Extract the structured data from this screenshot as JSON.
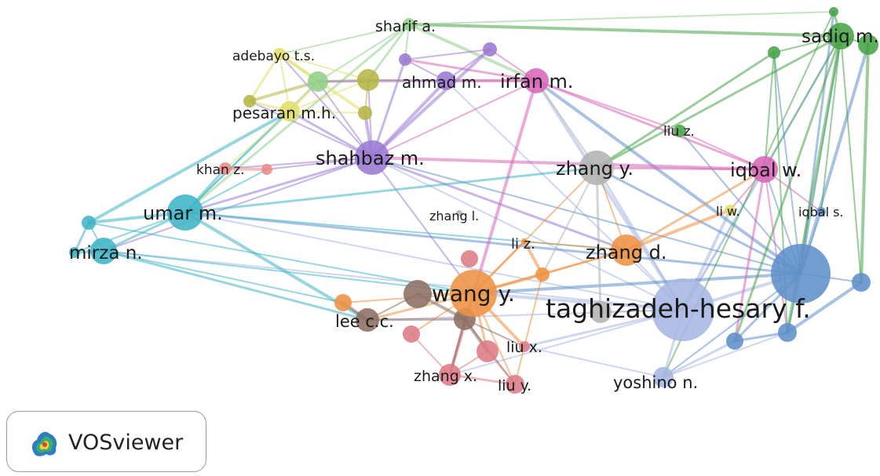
{
  "app_name": "VOSviewer",
  "cluster_colors": {
    "cyan": "#3fb4c7",
    "green": "#47a447",
    "lightgreen": "#8fd08a",
    "olive": "#b5b545",
    "yellow": "#e0df6a",
    "purple": "#9a7ad2",
    "magenta": "#d766b8",
    "gray": "#b3b3b3",
    "orange": "#ee9244",
    "brown": "#8c6e63",
    "red": "#dd7b86",
    "blue": "#5e8fca",
    "lavender": "#a7b6e3",
    "salmon": "#ec8b86"
  },
  "nodes": [
    {
      "id": "taghizadeh",
      "label": "taghizadeh-hesary f.",
      "cluster": "lavender"
    },
    {
      "id": "wang",
      "label": "wang y.",
      "cluster": "orange"
    },
    {
      "id": "umar",
      "label": "umar m.",
      "cluster": "cyan"
    },
    {
      "id": "shahbaz",
      "label": "shahbaz m.",
      "cluster": "purple"
    },
    {
      "id": "zhangy",
      "label": "zhang y.",
      "cluster": "gray"
    },
    {
      "id": "iqbalw",
      "label": "iqbal w.",
      "cluster": "magenta"
    },
    {
      "id": "irfan",
      "label": "irfan m.",
      "cluster": "magenta"
    },
    {
      "id": "sadiq",
      "label": "sadiq m.",
      "cluster": "green"
    },
    {
      "id": "zhangd",
      "label": "zhang d.",
      "cluster": "orange"
    },
    {
      "id": "mirza",
      "label": "mirza n.",
      "cluster": "cyan"
    },
    {
      "id": "ahmad",
      "label": "ahmad m.",
      "cluster": "purple"
    },
    {
      "id": "pesaran",
      "label": "pesaran m.h.",
      "cluster": "yellow"
    },
    {
      "id": "adebayo",
      "label": "adebayo t.s.",
      "cluster": "yellow"
    },
    {
      "id": "sharif",
      "label": "sharif a.",
      "cluster": "lightgreen"
    },
    {
      "id": "khan",
      "label": "khan z.",
      "cluster": "salmon"
    },
    {
      "id": "leecc",
      "label": "lee c.c.",
      "cluster": "brown"
    },
    {
      "id": "zhangx",
      "label": "zhang x.",
      "cluster": "red"
    },
    {
      "id": "liuy",
      "label": "liu y.",
      "cluster": "red"
    },
    {
      "id": "liux",
      "label": "liu x.",
      "cluster": "red"
    },
    {
      "id": "yoshino",
      "label": "yoshino n.",
      "cluster": "lavender"
    },
    {
      "id": "liz",
      "label": "li z.",
      "cluster": "orange"
    },
    {
      "id": "zhangl",
      "label": "zhang l.",
      "cluster": "gray"
    },
    {
      "id": "liuz",
      "label": "liu z.",
      "cluster": "green"
    },
    {
      "id": "liw",
      "label": "li w.",
      "cluster": "yellow"
    },
    {
      "id": "iqbals",
      "label": "iqbal s.",
      "cluster": "blue"
    },
    {
      "id": "blueHub",
      "label": "",
      "cluster": "blue"
    },
    {
      "id": "extra1",
      "label": "",
      "cluster": "cyan"
    },
    {
      "id": "extra2",
      "label": "",
      "cluster": "cyan"
    },
    {
      "id": "extra3",
      "label": "",
      "cluster": "purple"
    },
    {
      "id": "extra4",
      "label": "",
      "cluster": "purple"
    },
    {
      "id": "extra5",
      "label": "",
      "cluster": "olive"
    },
    {
      "id": "extra6",
      "label": "",
      "cluster": "olive"
    },
    {
      "id": "extra7",
      "label": "",
      "cluster": "olive"
    },
    {
      "id": "extra8",
      "label": "",
      "cluster": "lightgreen"
    },
    {
      "id": "extra9",
      "label": "",
      "cluster": "green"
    },
    {
      "id": "extra10",
      "label": "",
      "cluster": "green"
    },
    {
      "id": "extra11",
      "label": "",
      "cluster": "green"
    },
    {
      "id": "extra12",
      "label": "",
      "cluster": "brown"
    },
    {
      "id": "extra13",
      "label": "",
      "cluster": "brown"
    },
    {
      "id": "extra14",
      "label": "",
      "cluster": "red"
    },
    {
      "id": "extra15",
      "label": "",
      "cluster": "red"
    },
    {
      "id": "extra16",
      "label": "",
      "cluster": "orange"
    },
    {
      "id": "extra17",
      "label": "",
      "cluster": "orange"
    },
    {
      "id": "extra18",
      "label": "",
      "cluster": "blue"
    },
    {
      "id": "extra19",
      "label": "",
      "cluster": "blue"
    },
    {
      "id": "extra20",
      "label": "",
      "cluster": "blue"
    },
    {
      "id": "extra21",
      "label": "",
      "cluster": "salmon"
    },
    {
      "id": "extra22",
      "label": "",
      "cluster": "gray"
    }
  ],
  "edges": [
    [
      "taghizadeh",
      "wang"
    ],
    [
      "taghizadeh",
      "umar"
    ],
    [
      "taghizadeh",
      "shahbaz"
    ],
    [
      "taghizadeh",
      "zhangy"
    ],
    [
      "taghizadeh",
      "iqbalw"
    ],
    [
      "taghizadeh",
      "irfan"
    ],
    [
      "taghizadeh",
      "sadiq"
    ],
    [
      "taghizadeh",
      "zhangd"
    ],
    [
      "taghizadeh",
      "mirza"
    ],
    [
      "taghizadeh",
      "yoshino"
    ],
    [
      "taghizadeh",
      "blueHub"
    ],
    [
      "taghizadeh",
      "leecc"
    ],
    [
      "taghizadeh",
      "liux"
    ],
    [
      "taghizadeh",
      "zhangx"
    ],
    [
      "taghizadeh",
      "ahmad"
    ],
    [
      "taghizadeh",
      "liw"
    ],
    [
      "blueHub",
      "sadiq"
    ],
    [
      "blueHub",
      "iqbalw"
    ],
    [
      "blueHub",
      "zhangy"
    ],
    [
      "blueHub",
      "shahbaz"
    ],
    [
      "blueHub",
      "irfan"
    ],
    [
      "blueHub",
      "umar"
    ],
    [
      "blueHub",
      "yoshino"
    ],
    [
      "blueHub",
      "extra9"
    ],
    [
      "blueHub",
      "extra10"
    ],
    [
      "blueHub",
      "extra11"
    ],
    [
      "blueHub",
      "iqbals"
    ],
    [
      "blueHub",
      "extra18"
    ],
    [
      "blueHub",
      "extra19"
    ],
    [
      "blueHub",
      "extra20"
    ],
    [
      "blueHub",
      "wang"
    ],
    [
      "blueHub",
      "liuz"
    ],
    [
      "sadiq",
      "extra9"
    ],
    [
      "sadiq",
      "extra10"
    ],
    [
      "sadiq",
      "extra11"
    ],
    [
      "sadiq",
      "sharif"
    ],
    [
      "sadiq",
      "zhangy"
    ],
    [
      "sadiq",
      "iqbalw"
    ],
    [
      "sadiq",
      "iqbals"
    ],
    [
      "sadiq",
      "extra18"
    ],
    [
      "sadiq",
      "extra19"
    ],
    [
      "sadiq",
      "extra20"
    ],
    [
      "extra9",
      "zhangy"
    ],
    [
      "extra9",
      "iqbalw"
    ],
    [
      "extra9",
      "extra19"
    ],
    [
      "extra11",
      "extra20"
    ],
    [
      "extra10",
      "yoshino"
    ],
    [
      "sharif",
      "extra8"
    ],
    [
      "sharif",
      "extra5"
    ],
    [
      "sharif",
      "adebayo"
    ],
    [
      "sharif",
      "irfan"
    ],
    [
      "sharif",
      "umar"
    ],
    [
      "sharif",
      "extra3"
    ],
    [
      "sharif",
      "extra10"
    ],
    [
      "irfan",
      "iqbalw"
    ],
    [
      "irfan",
      "ahmad"
    ],
    [
      "irfan",
      "shahbaz"
    ],
    [
      "irfan",
      "extra3"
    ],
    [
      "irfan",
      "extra4"
    ],
    [
      "irfan",
      "liuz"
    ],
    [
      "irfan",
      "zhangx"
    ],
    [
      "irfan",
      "extra5"
    ],
    [
      "iqbalw",
      "liw"
    ],
    [
      "iqbalw",
      "zhangy"
    ],
    [
      "iqbalw",
      "liuz"
    ],
    [
      "iqbalw",
      "shahbaz"
    ],
    [
      "iqbalw",
      "extra18"
    ],
    [
      "iqbalw",
      "extra19"
    ],
    [
      "iqbalw",
      "iqbals"
    ],
    [
      "shahbaz",
      "umar"
    ],
    [
      "shahbaz",
      "ahmad"
    ],
    [
      "shahbaz",
      "wang"
    ],
    [
      "shahbaz",
      "pesaran"
    ],
    [
      "shahbaz",
      "adebayo"
    ],
    [
      "shahbaz",
      "extra5"
    ],
    [
      "shahbaz",
      "extra6"
    ],
    [
      "shahbaz",
      "extra7"
    ],
    [
      "shahbaz",
      "extra8"
    ],
    [
      "shahbaz",
      "zhangd"
    ],
    [
      "shahbaz",
      "khan"
    ],
    [
      "shahbaz",
      "extra4"
    ],
    [
      "shahbaz",
      "extra3"
    ],
    [
      "shahbaz",
      "extra21"
    ],
    [
      "shahbaz",
      "mirza"
    ],
    [
      "umar",
      "mirza"
    ],
    [
      "umar",
      "extra1"
    ],
    [
      "umar",
      "extra2"
    ],
    [
      "umar",
      "khan"
    ],
    [
      "umar",
      "pesaran"
    ],
    [
      "umar",
      "extra8"
    ],
    [
      "umar",
      "leecc"
    ],
    [
      "umar",
      "zhangd"
    ],
    [
      "umar",
      "extra21"
    ],
    [
      "umar",
      "zhangy"
    ],
    [
      "mirza",
      "extra1"
    ],
    [
      "mirza",
      "extra2"
    ],
    [
      "mirza",
      "leecc"
    ],
    [
      "mirza",
      "extra16"
    ],
    [
      "mirza",
      "wang"
    ],
    [
      "extra1",
      "extra2"
    ],
    [
      "extra1",
      "pesaran"
    ],
    [
      "extra1",
      "wang"
    ],
    [
      "wang",
      "leecc"
    ],
    [
      "wang",
      "zhangx"
    ],
    [
      "wang",
      "liuy"
    ],
    [
      "wang",
      "liux"
    ],
    [
      "wang",
      "extra12"
    ],
    [
      "wang",
      "extra13"
    ],
    [
      "wang",
      "extra14"
    ],
    [
      "wang",
      "extra15"
    ],
    [
      "wang",
      "extra17"
    ],
    [
      "wang",
      "zhangd"
    ],
    [
      "wang",
      "zhangy"
    ],
    [
      "wang",
      "extra16"
    ],
    [
      "wang",
      "liz"
    ],
    [
      "extra12",
      "extra13"
    ],
    [
      "extra12",
      "leecc"
    ],
    [
      "extra13",
      "zhangx"
    ],
    [
      "extra13",
      "liuy"
    ],
    [
      "extra13",
      "liux"
    ],
    [
      "extra13",
      "extra14"
    ],
    [
      "extra14",
      "zhangx"
    ],
    [
      "extra14",
      "liuy"
    ],
    [
      "zhangx",
      "liuy"
    ],
    [
      "extra15",
      "zhangx"
    ],
    [
      "leecc",
      "extra16"
    ],
    [
      "leecc",
      "extra13"
    ],
    [
      "zhangd",
      "zhangy"
    ],
    [
      "zhangd",
      "extra17"
    ],
    [
      "zhangd",
      "iqbalw"
    ],
    [
      "zhangd",
      "liw"
    ],
    [
      "zhangd",
      "liz"
    ],
    [
      "zhangy",
      "extra22"
    ],
    [
      "zhangy",
      "extra17"
    ],
    [
      "zhangy",
      "irfan"
    ],
    [
      "extra17",
      "liz"
    ],
    [
      "extra17",
      "liuy"
    ],
    [
      "adebayo",
      "extra5"
    ],
    [
      "adebayo",
      "extra8"
    ],
    [
      "adebayo",
      "pesaran"
    ],
    [
      "adebayo",
      "extra6"
    ],
    [
      "adebayo",
      "extra7"
    ],
    [
      "pesaran",
      "extra5"
    ],
    [
      "pesaran",
      "extra6"
    ],
    [
      "pesaran",
      "extra7"
    ],
    [
      "pesaran",
      "extra8"
    ],
    [
      "pesaran",
      "khan"
    ],
    [
      "extra5",
      "extra8"
    ],
    [
      "extra5",
      "extra6"
    ],
    [
      "extra5",
      "ahmad"
    ],
    [
      "extra7",
      "extra8"
    ],
    [
      "ahmad",
      "extra3"
    ],
    [
      "ahmad",
      "extra4"
    ],
    [
      "ahmad",
      "extra8"
    ],
    [
      "extra3",
      "extra4"
    ],
    [
      "khan",
      "extra21"
    ],
    [
      "yoshino",
      "extra18"
    ],
    [
      "yoshino",
      "extra19"
    ],
    [
      "yoshino",
      "liux"
    ],
    [
      "extra18",
      "extra19"
    ],
    [
      "extra19",
      "extra20"
    ],
    [
      "extra22",
      "taghizadeh"
    ]
  ]
}
